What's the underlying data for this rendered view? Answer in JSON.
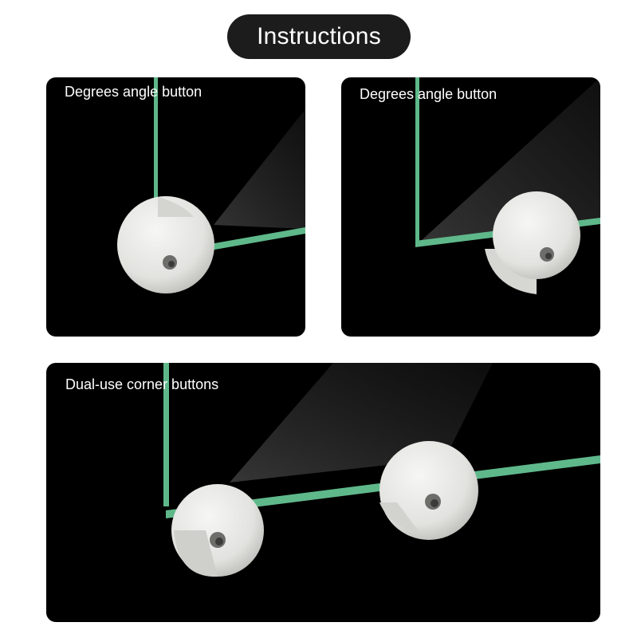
{
  "header": {
    "title": "Instructions"
  },
  "panels": [
    {
      "caption": "Degrees angle button"
    },
    {
      "caption": "Degrees angle button"
    },
    {
      "caption": "Dual-use corner buttons"
    }
  ],
  "colors": {
    "background": "#ffffff",
    "panel": "#000000",
    "pill": "#1c1c1c",
    "glass_edge": "#5fb88a",
    "button": "#e8e8e6"
  }
}
